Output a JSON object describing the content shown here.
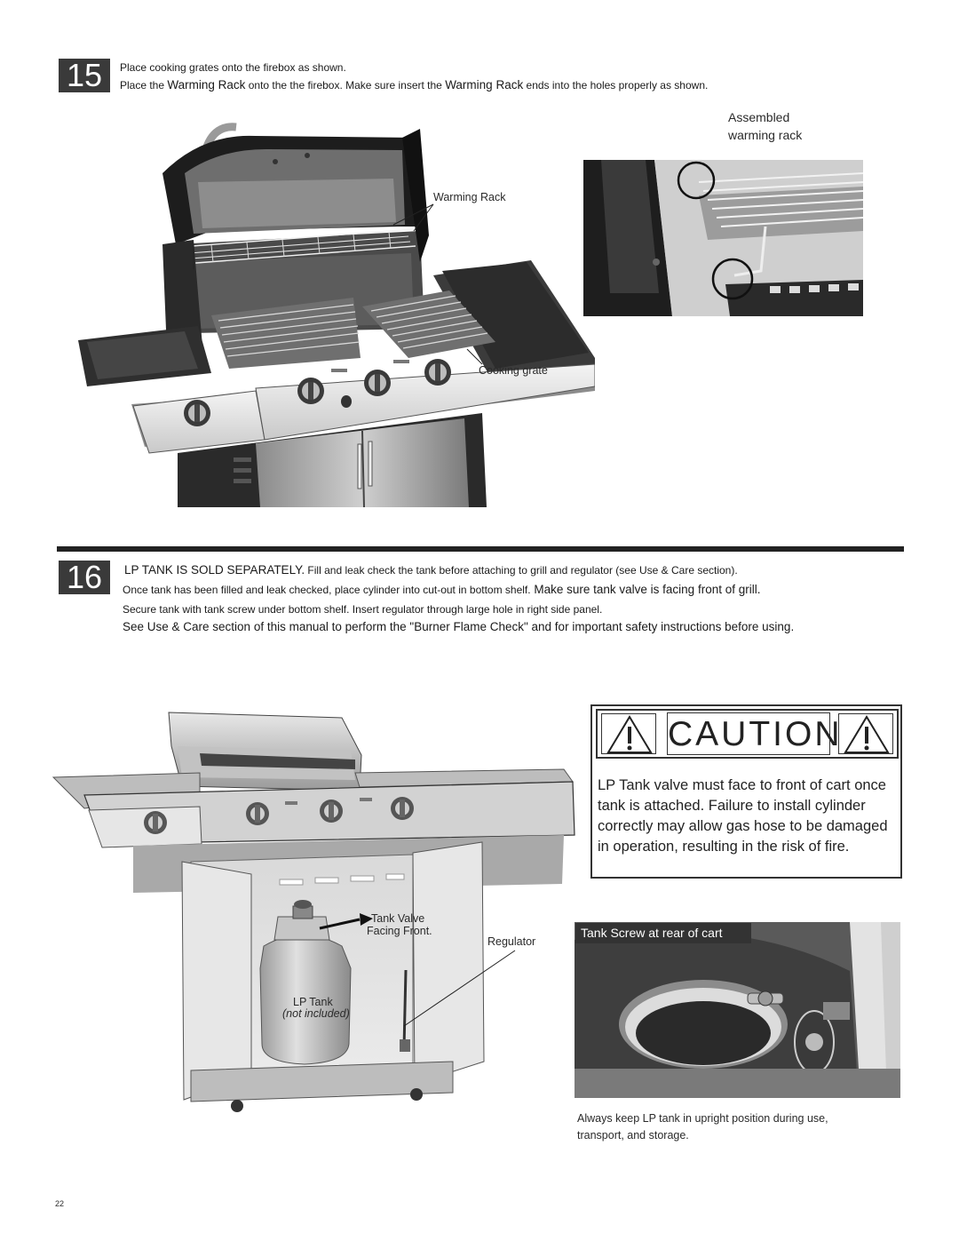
{
  "step15": {
    "number": "15",
    "line1": "Place cooking grates onto the firebox as shown.",
    "line2_a": "Place the ",
    "line2_b": "Warming Rack",
    "line2_c": " onto the the firebox. Make sure insert the ",
    "line2_d": "Warming Rack",
    "line2_e": " ends into the holes properly as shown.",
    "labels": {
      "warming_rack": "Warming Rack",
      "cooking_grate": "Cooking grate",
      "assembled_1": "Assembled",
      "assembled_2": "warming rack"
    }
  },
  "step16": {
    "number": "16",
    "line1_a": "LP TANK IS SOLD SEPARATELY.",
    "line1_b": " Fill and leak check the tank before attaching to grill and regulator (see Use & Care section).",
    "line2_a": "Once tank has been filled and leak checked, place cylinder into cut-out in bottom shelf.",
    "line2_b": " Make sure tank valve is facing front of grill.",
    "line3": "Secure tank with tank screw under bottom shelf. Insert regulator through large hole in right side panel.",
    "line4": "See Use & Care section of this manual to perform the \"Burner Flame Check\" and for important safety instructions before using.",
    "labels": {
      "tank_valve_1": "Tank Valve",
      "tank_valve_2": "Facing Front.",
      "regulator": "Regulator",
      "lp_tank": "LP Tank",
      "not_included": "(not included)"
    }
  },
  "caution": {
    "title": "CAUTION",
    "text": "LP Tank valve must face to front of cart once tank is attached. Failure to install cylinder correctly may allow gas hose to be damaged in operation, resulting in the risk of fire."
  },
  "tank_screw": {
    "tag": "Tank Screw at rear of cart",
    "note_1": "Always keep LP tank in upright position during use,",
    "note_2": "transport, and storage."
  },
  "page_number": "22"
}
